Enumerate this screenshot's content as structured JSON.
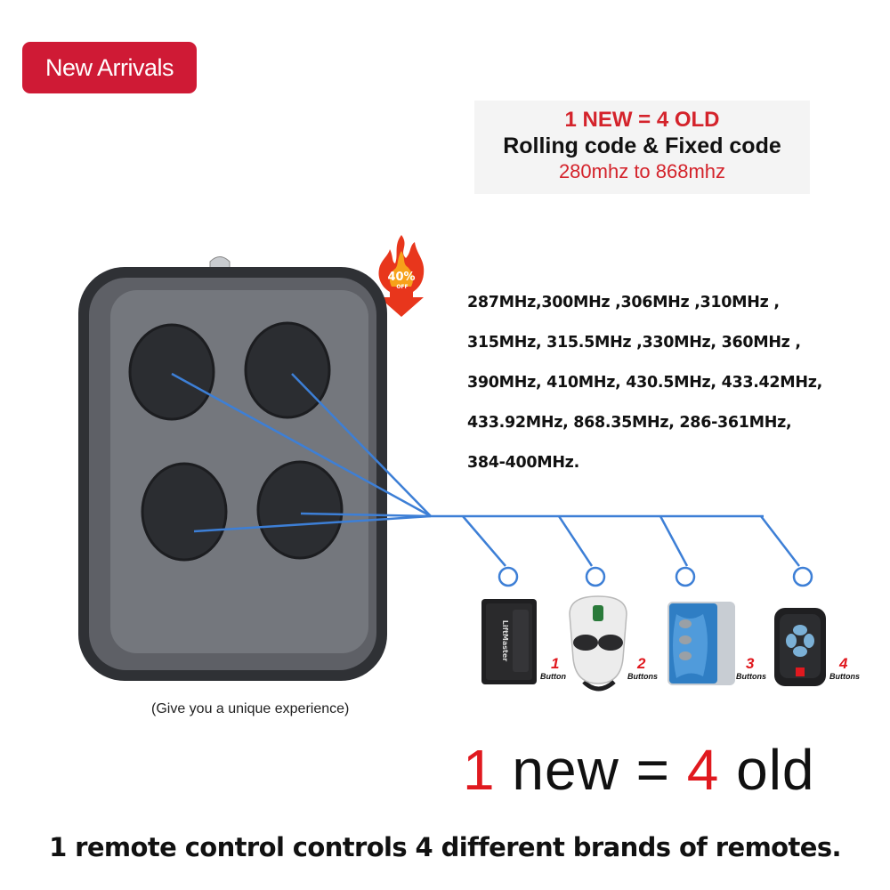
{
  "badge": {
    "label": "New Arrivals"
  },
  "headline": {
    "line1": "1 NEW = 4 OLD",
    "line2": "Rolling code & Fixed code",
    "line3": "280mhz to 868mhz"
  },
  "promo": {
    "percent": "40%",
    "off": "OFF"
  },
  "frequencies": [
    "287MHz,300MHz ,306MHz ,310MHz ,",
    "315MHz, 315.5MHz ,330MHz, 360MHz ,",
    "390MHz, 410MHz, 430.5MHz, 433.42MHz,",
    "433.92MHz, 868.35MHz, 286-361MHz,",
    "384-400MHz."
  ],
  "caption": "(Give you a unique experience)",
  "compatible_remotes": [
    {
      "number": "1",
      "label": "Button",
      "brand": "LiftMaster"
    },
    {
      "number": "2",
      "label": "Buttons"
    },
    {
      "number": "3",
      "label": "Buttons"
    },
    {
      "number": "4",
      "label": "Buttons"
    }
  ],
  "tagline": {
    "new_count": "1",
    "new_word": " new = ",
    "old_count": "4",
    "old_word": " old"
  },
  "bottom_text": "1 remote control controls 4 different brands of remotes.",
  "colors": {
    "badge": "#cf1a35",
    "accent_red": "#e0191f",
    "connector_blue": "#3d7fd6"
  }
}
